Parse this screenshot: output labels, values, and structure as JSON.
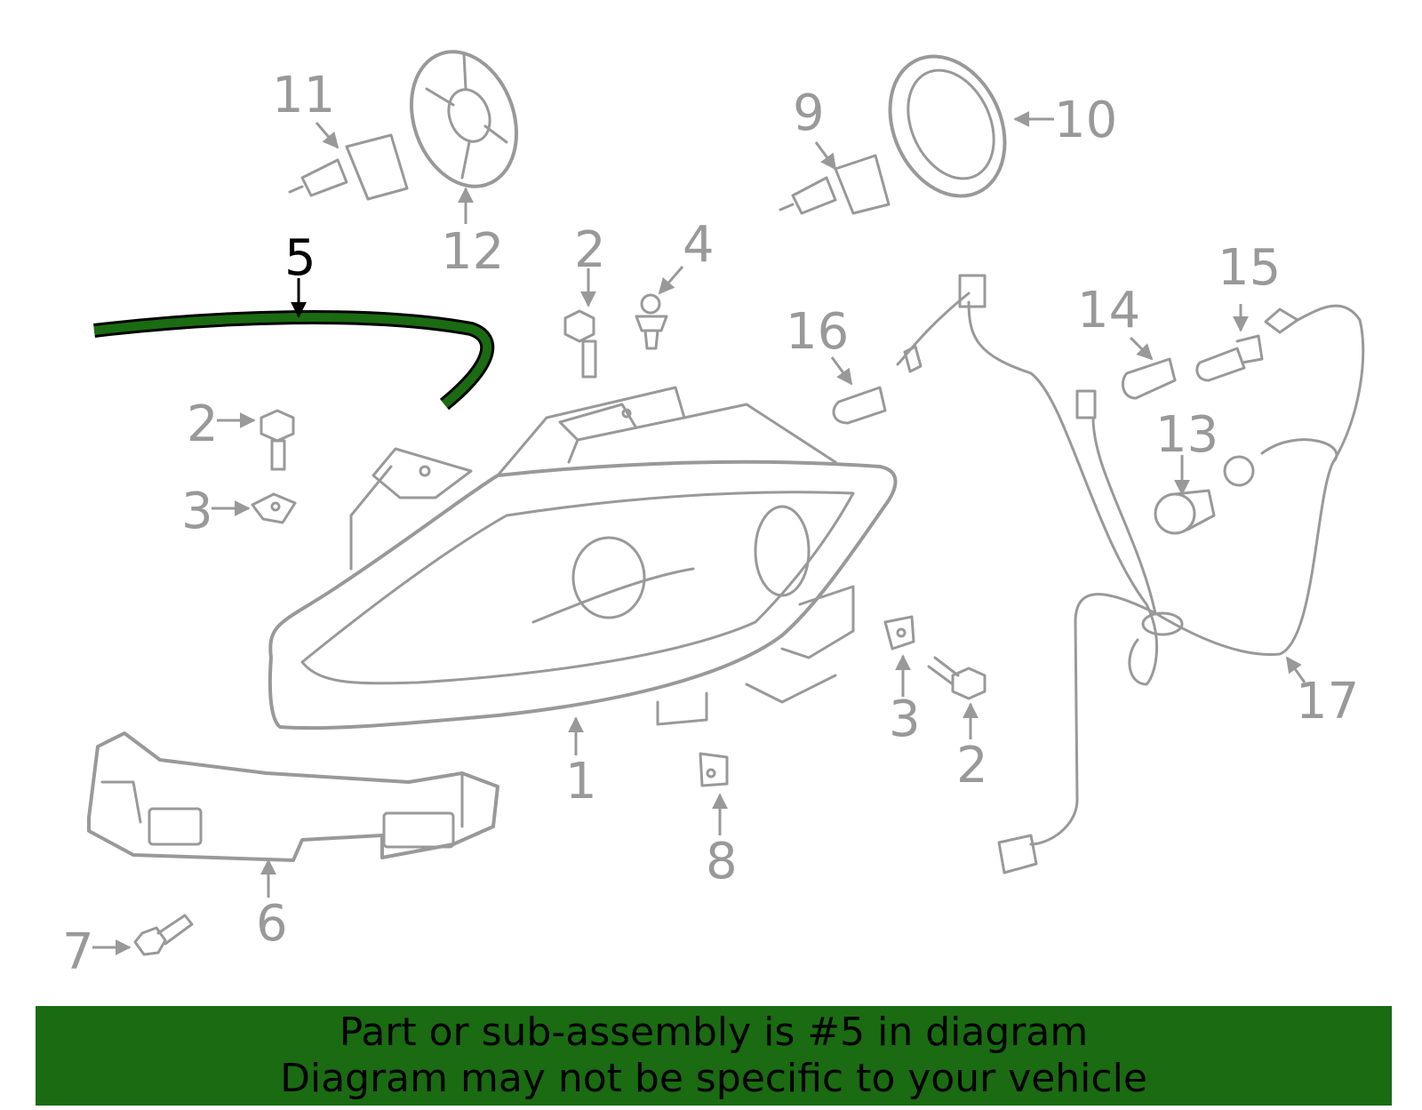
{
  "colors": {
    "part_stroke": "#999999",
    "highlight_fill": "#1a6b12",
    "banner_bg": "#1a6b12",
    "label_text": "#999999",
    "highlight_label": "#000000"
  },
  "callouts": {
    "c1": "1",
    "c2a": "2",
    "c2b": "2",
    "c2c": "2",
    "c3a": "3",
    "c3b": "3",
    "c4": "4",
    "c5": "5",
    "c6": "6",
    "c7": "7",
    "c8": "8",
    "c9": "9",
    "c10": "10",
    "c11": "11",
    "c12": "12",
    "c13": "13",
    "c14": "14",
    "c15": "15",
    "c16": "16",
    "c17": "17"
  },
  "highlighted_part": "5",
  "banner": {
    "line1": "Part or sub-assembly is #5 in diagram",
    "line2": "Diagram may not be specific to your vehicle"
  }
}
